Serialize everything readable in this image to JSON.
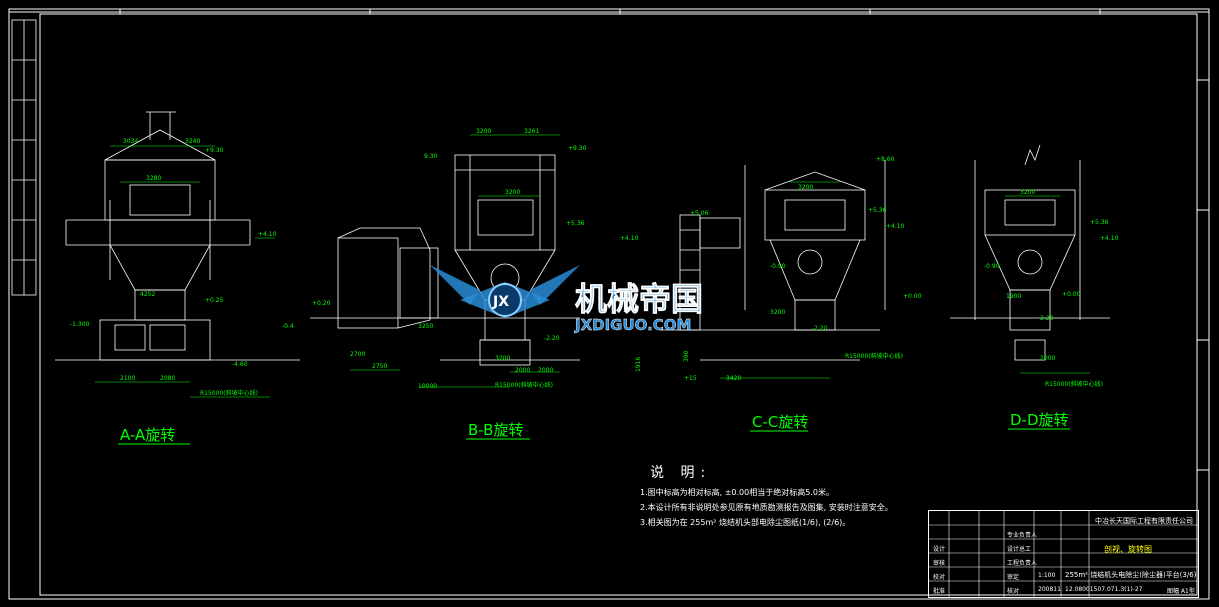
{
  "colors": {
    "background": "#000000",
    "line": "#ffffff",
    "dim": "#00ff00",
    "title": "#00ff00",
    "grid": "#ffff00",
    "watermark": "#2a8cd6"
  },
  "views": [
    {
      "id": "A",
      "title": "A-A旋转",
      "dims": [
        "3034",
        "3240",
        "+9.30",
        "3280",
        "+4.10",
        "4252",
        "+0.25",
        "-1.300",
        "-4.60",
        "2100",
        "2080",
        "R15000(斜坡中心线)"
      ]
    },
    {
      "id": "B",
      "title": "B-B旋转",
      "dims": [
        "3200",
        "3261",
        "9.30",
        "+9.30",
        "3200",
        "+5.36",
        "+4.10",
        "+0.20",
        "-0.4",
        "3250",
        "-2.20",
        "2700",
        "2750",
        "3200",
        "2000",
        "2000",
        "10000",
        "R15000(斜坡中心线)",
        "390"
      ]
    },
    {
      "id": "C",
      "title": "C-C旋转",
      "dims": [
        "3200",
        "+8.60",
        "+5.06",
        "+5.36",
        "+4.10",
        "-0.90",
        "+0.00",
        "3200",
        "-2.20",
        "3420",
        "+15",
        "R15000(斜坡中心线)",
        "1916"
      ]
    },
    {
      "id": "D",
      "title": "D-D旋转",
      "dims": [
        "3200",
        "+5.36",
        "+4.10",
        "-0.90",
        "+0.00",
        "1900",
        "-2.20",
        "2000",
        "R15000(斜坡中心线)"
      ]
    }
  ],
  "notes": {
    "heading": "说 明:",
    "items": [
      "1.图中标高为相对标高, ±0.00相当于绝对标高5.0米。",
      "2.本设计所有非说明处参见原有地质勘测报告及图集, 安装时注意安全。",
      "3.相关图为在 255m² 烧结机头部电除尘图纸(1/6), (2/6)。"
    ]
  },
  "title_block": {
    "company": "中冶长天国际工程有限责任公司",
    "drawing_name": "剖视、旋转图",
    "description": "255m² 烧结机头电除尘(除尘器)平台(3/6)",
    "drawing_no": "12.08001507.071.3(1)-27",
    "scale": "1:100",
    "date": "200811",
    "sheet": "图幅 A1型",
    "rows_left": [
      "设计",
      "审核",
      "校对",
      "批准"
    ],
    "rows_mid": [
      "专业负责人",
      "设计总工",
      "工程负责人",
      "审定",
      "核对"
    ]
  },
  "watermark": {
    "main": "机械帝国",
    "sub": "JXDIGUO.COM",
    "badge": "JX"
  }
}
